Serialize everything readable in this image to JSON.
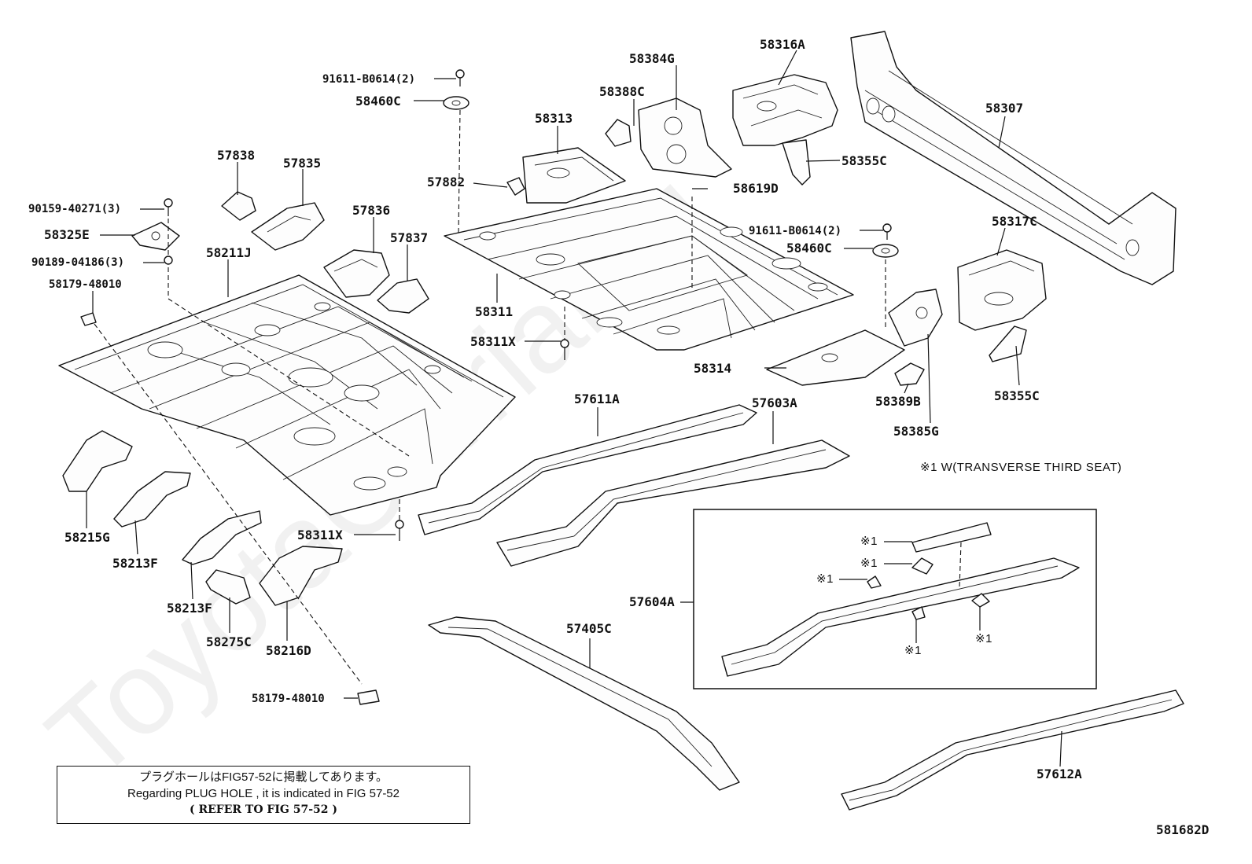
{
  "watermark": "ToyotaCarriar.ru",
  "parts": {
    "p58316A": "58316A",
    "p58384G": "58384G",
    "p58388C": "58388C",
    "p58313": "58313",
    "p58307": "58307",
    "p91611_top": "91611-B0614(2)",
    "p58460C_top": "58460C",
    "p57838": "57838",
    "p57835": "57835",
    "p57882": "57882",
    "p58355C_top": "58355C",
    "p58619D": "58619D",
    "p90159": "90159-40271(3)",
    "p58325E": "58325E",
    "p90189": "90189-04186(3)",
    "p58179_top": "58179-48010",
    "p58211J": "58211J",
    "p57836": "57836",
    "p57837": "57837",
    "p91611_right": "91611-B0614(2)",
    "p58460C_right": "58460C",
    "p58317C": "58317C",
    "p58311": "58311",
    "p58311X_top": "58311X",
    "p58314": "58314",
    "p58389B": "58389B",
    "p58385G": "58385G",
    "p58355C_right": "58355C",
    "p57611A": "57611A",
    "p57603A": "57603A",
    "p58215G": "58215G",
    "p58213F_a": "58213F",
    "p58311X_mid": "58311X",
    "p58213F_b": "58213F",
    "p58275C": "58275C",
    "p58216D": "58216D",
    "p57604A": "57604A",
    "p57405C": "57405C",
    "p58179_bottom": "58179-48010",
    "p57612A": "57612A"
  },
  "inset": {
    "footnote": "※1 W(TRANSVERSE THIRD SEAT)",
    "marks": [
      "※1",
      "※1",
      "※1",
      "※1",
      "※1"
    ]
  },
  "note": {
    "line1": "プラグホールはFIG57-52に掲載してあります。",
    "line2": "Regarding PLUG HOLE , it is indicated in FIG 57-52",
    "line3": "( REFER TO FIG 57-52  )"
  },
  "figure_code": "581682D"
}
